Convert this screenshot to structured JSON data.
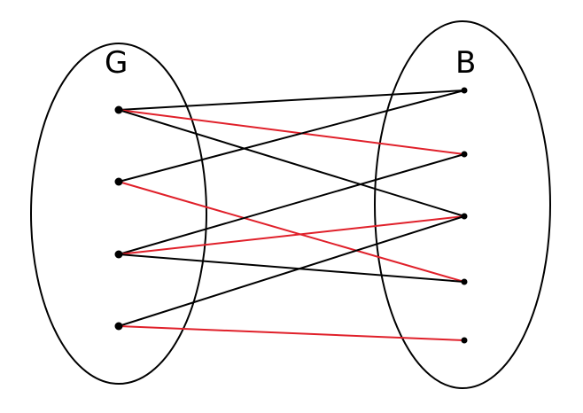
{
  "diagram": {
    "left_set_label": "G",
    "right_set_label": "B",
    "colors": {
      "outline": "#000000",
      "black_edge": "#000000",
      "red_edge": "#e0202a",
      "node": "#000000"
    },
    "left_nodes": [
      "g1",
      "g2",
      "g3",
      "g4"
    ],
    "right_nodes": [
      "b1",
      "b2",
      "b3",
      "b4",
      "b5"
    ],
    "edges": [
      {
        "from": "g1",
        "to": "b1",
        "color": "black"
      },
      {
        "from": "g1",
        "to": "b2",
        "color": "red"
      },
      {
        "from": "g1",
        "to": "b3",
        "color": "black"
      },
      {
        "from": "g2",
        "to": "b1",
        "color": "black"
      },
      {
        "from": "g2",
        "to": "b4",
        "color": "red"
      },
      {
        "from": "g3",
        "to": "b2",
        "color": "black"
      },
      {
        "from": "g3",
        "to": "b3",
        "color": "red"
      },
      {
        "from": "g3",
        "to": "b4",
        "color": "black"
      },
      {
        "from": "g4",
        "to": "b3",
        "color": "black"
      },
      {
        "from": "g4",
        "to": "b5",
        "color": "red"
      }
    ]
  }
}
